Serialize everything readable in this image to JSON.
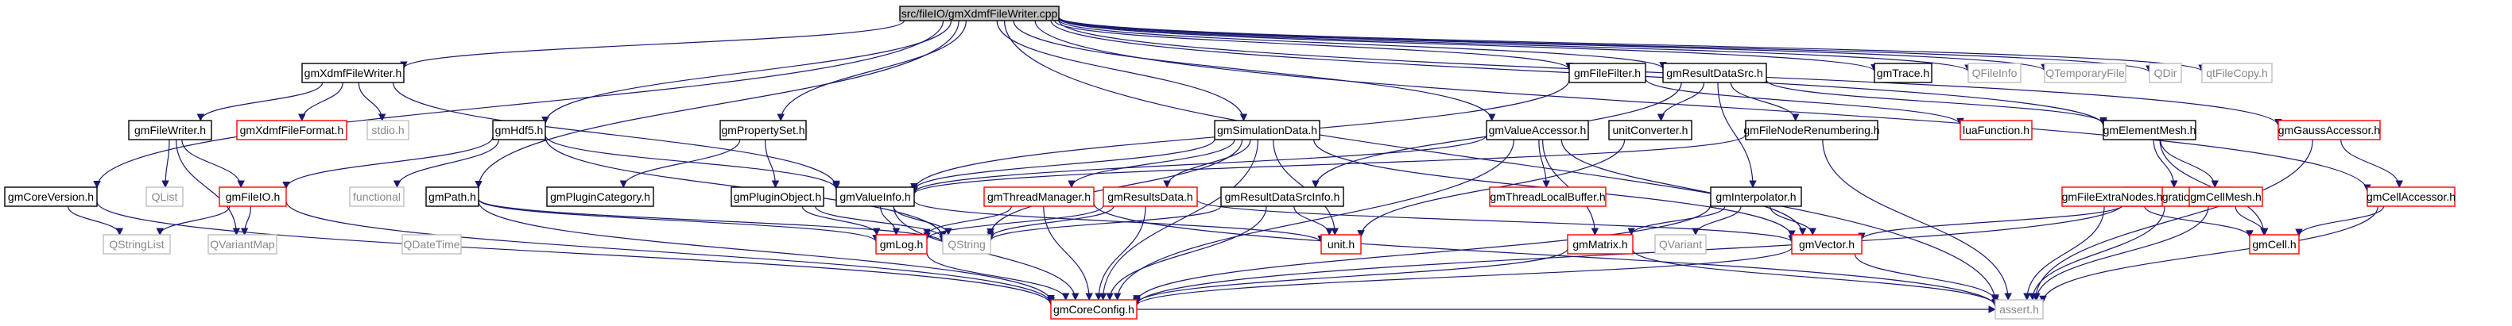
{
  "graph": {
    "colors": {
      "edge": "#191970",
      "root_fill": "#bfbfbf",
      "normal_border": "#000000",
      "link_border": "#ff0000",
      "external_border": "#bfbfbf",
      "text_normal": "#000000",
      "text_external": "#888888"
    },
    "nodes": [
      {
        "id": "root",
        "label": "src/fileIO/gmXdmfFileWriter.cpp",
        "kind": "root"
      },
      {
        "id": "xdmfwriter",
        "label": "gmXdmfFileWriter.h",
        "kind": "normal"
      },
      {
        "id": "filefilter",
        "label": "gmFileFilter.h",
        "kind": "normal"
      },
      {
        "id": "resultdatasrc",
        "label": "gmResultDataSrc.h",
        "kind": "normal"
      },
      {
        "id": "trace",
        "label": "gmTrace.h",
        "kind": "normal"
      },
      {
        "id": "qfileinfo",
        "label": "QFileInfo",
        "kind": "external"
      },
      {
        "id": "qtempfile",
        "label": "QTemporaryFile",
        "kind": "external"
      },
      {
        "id": "qdir",
        "label": "QDir",
        "kind": "external"
      },
      {
        "id": "qtfilecopy",
        "label": "qtFileCopy.h",
        "kind": "external"
      },
      {
        "id": "filewriter",
        "label": "gmFileWriter.h",
        "kind": "normal"
      },
      {
        "id": "xdmfformat",
        "label": "gmXdmfFileFormat.h",
        "kind": "link"
      },
      {
        "id": "stdio",
        "label": "stdio.h",
        "kind": "external"
      },
      {
        "id": "hdf5",
        "label": "gmHdf5.h",
        "kind": "normal"
      },
      {
        "id": "propertyset",
        "label": "gmPropertySet.h",
        "kind": "normal"
      },
      {
        "id": "simdata",
        "label": "gmSimulationData.h",
        "kind": "normal"
      },
      {
        "id": "valueaccessor",
        "label": "gmValueAccessor.h",
        "kind": "normal"
      },
      {
        "id": "unitconverter",
        "label": "unitConverter.h",
        "kind": "normal"
      },
      {
        "id": "filenoderenum",
        "label": "gmFileNodeRenumbering.h",
        "kind": "normal"
      },
      {
        "id": "luafunction",
        "label": "luaFunction.h",
        "kind": "link"
      },
      {
        "id": "elementmesh",
        "label": "gmElementMesh.h",
        "kind": "normal"
      },
      {
        "id": "gaussaccessor",
        "label": "gmGaussAccessor.h",
        "kind": "link"
      },
      {
        "id": "coreversion",
        "label": "gmCoreVersion.h",
        "kind": "normal"
      },
      {
        "id": "qlist",
        "label": "QList",
        "kind": "external"
      },
      {
        "id": "fileio",
        "label": "gmFileIO.h",
        "kind": "link"
      },
      {
        "id": "functional",
        "label": "functional",
        "kind": "external"
      },
      {
        "id": "path",
        "label": "gmPath.h",
        "kind": "normal"
      },
      {
        "id": "plugincategory",
        "label": "gmPluginCategory.h",
        "kind": "normal"
      },
      {
        "id": "pluginobject",
        "label": "gmPluginObject.h",
        "kind": "normal"
      },
      {
        "id": "valueinfo",
        "label": "gmValueInfo.h",
        "kind": "normal"
      },
      {
        "id": "threadmanager",
        "label": "gmThreadManager.h",
        "kind": "link"
      },
      {
        "id": "resultsdata",
        "label": "gmResultsData.h",
        "kind": "link"
      },
      {
        "id": "resultdatasrcinfo",
        "label": "gmResultDataSrcInfo.h",
        "kind": "normal"
      },
      {
        "id": "threadlocalbuffer",
        "label": "gmThreadLocalBuffer.h",
        "kind": "link"
      },
      {
        "id": "interpolator",
        "label": "gmInterpolator.h",
        "kind": "normal"
      },
      {
        "id": "integrationrule",
        "label": "gmIntegrationRule.h",
        "kind": "link"
      },
      {
        "id": "fileextranodes",
        "label": "gmFileExtraNodes.h",
        "kind": "link"
      },
      {
        "id": "cellmesh",
        "label": "gmCellMesh.h",
        "kind": "link"
      },
      {
        "id": "cellaccessor",
        "label": "gmCellAccessor.h",
        "kind": "link"
      },
      {
        "id": "qstringlist",
        "label": "QStringList",
        "kind": "external"
      },
      {
        "id": "qvariantmap",
        "label": "QVariantMap",
        "kind": "external"
      },
      {
        "id": "qdatetime",
        "label": "QDateTime",
        "kind": "external"
      },
      {
        "id": "qstring",
        "label": "QString",
        "kind": "external"
      },
      {
        "id": "log",
        "label": "gmLog.h",
        "kind": "link"
      },
      {
        "id": "unit",
        "label": "unit.h",
        "kind": "link"
      },
      {
        "id": "matrix",
        "label": "gmMatrix.h",
        "kind": "link"
      },
      {
        "id": "qvariant",
        "label": "QVariant",
        "kind": "external"
      },
      {
        "id": "vector",
        "label": "gmVector.h",
        "kind": "link"
      },
      {
        "id": "cell",
        "label": "gmCell.h",
        "kind": "link"
      },
      {
        "id": "coreconfig",
        "label": "gmCoreConfig.h",
        "kind": "link"
      },
      {
        "id": "assert",
        "label": "assert.h",
        "kind": "external"
      }
    ],
    "edges": [
      [
        "root",
        "xdmfwriter"
      ],
      [
        "root",
        "filefilter"
      ],
      [
        "root",
        "resultdatasrc"
      ],
      [
        "root",
        "trace"
      ],
      [
        "root",
        "qfileinfo"
      ],
      [
        "root",
        "qtempfile"
      ],
      [
        "root",
        "qdir"
      ],
      [
        "root",
        "qtfilecopy"
      ],
      [
        "root",
        "hdf5"
      ],
      [
        "root",
        "coreversion"
      ],
      [
        "root",
        "propertyset"
      ],
      [
        "root",
        "simdata"
      ],
      [
        "root",
        "valueaccessor"
      ],
      [
        "root",
        "path"
      ],
      [
        "root",
        "elementmesh"
      ],
      [
        "root",
        "gaussaccessor"
      ],
      [
        "root",
        "cellaccessor"
      ],
      [
        "root",
        "assert"
      ],
      [
        "xdmfwriter",
        "filewriter"
      ],
      [
        "xdmfwriter",
        "xdmfformat"
      ],
      [
        "xdmfwriter",
        "stdio"
      ],
      [
        "xdmfwriter",
        "valueinfo"
      ],
      [
        "filewriter",
        "qlist"
      ],
      [
        "filewriter",
        "fileio"
      ],
      [
        "filewriter",
        "qvariantmap"
      ],
      [
        "filefilter",
        "valueinfo"
      ],
      [
        "filefilter",
        "luafunction"
      ],
      [
        "resultdatasrc",
        "unitconverter"
      ],
      [
        "resultdatasrc",
        "filenoderenum"
      ],
      [
        "resultdatasrc",
        "interpolator"
      ],
      [
        "resultdatasrc",
        "resultdatasrcinfo"
      ],
      [
        "resultdatasrc",
        "elementmesh"
      ],
      [
        "hdf5",
        "functional"
      ],
      [
        "hdf5",
        "valueinfo"
      ],
      [
        "hdf5",
        "qstring"
      ],
      [
        "hdf5",
        "fileio"
      ],
      [
        "propertyset",
        "plugincategory"
      ],
      [
        "propertyset",
        "pluginobject"
      ],
      [
        "simdata",
        "valueinfo"
      ],
      [
        "simdata",
        "threadmanager"
      ],
      [
        "simdata",
        "resultsdata"
      ],
      [
        "simdata",
        "unit"
      ],
      [
        "simdata",
        "coreconfig"
      ],
      [
        "simdata",
        "qstring"
      ],
      [
        "simdata",
        "vector"
      ],
      [
        "valueaccessor",
        "valueinfo"
      ],
      [
        "valueaccessor",
        "threadlocalbuffer"
      ],
      [
        "valueaccessor",
        "matrix"
      ],
      [
        "valueaccessor",
        "vector"
      ],
      [
        "valueaccessor",
        "coreconfig"
      ],
      [
        "unitconverter",
        "unit"
      ],
      [
        "filenoderenum",
        "valueinfo"
      ],
      [
        "filenoderenum",
        "assert"
      ],
      [
        "elementmesh",
        "integrationrule"
      ],
      [
        "elementmesh",
        "cellmesh"
      ],
      [
        "elementmesh",
        "cell"
      ],
      [
        "gaussaccessor",
        "cellaccessor"
      ],
      [
        "gaussaccessor",
        "assert"
      ],
      [
        "coreversion",
        "qstringlist"
      ],
      [
        "coreversion",
        "coreconfig"
      ],
      [
        "fileio",
        "qstringlist"
      ],
      [
        "fileio",
        "qvariantmap"
      ],
      [
        "fileio",
        "coreconfig"
      ],
      [
        "path",
        "qstring"
      ],
      [
        "path",
        "log"
      ],
      [
        "path",
        "coreconfig"
      ],
      [
        "pluginobject",
        "qstring"
      ],
      [
        "pluginobject",
        "log"
      ],
      [
        "valueinfo",
        "unit"
      ],
      [
        "valueinfo",
        "qstring"
      ],
      [
        "valueinfo",
        "log"
      ],
      [
        "valueinfo",
        "coreconfig"
      ],
      [
        "threadmanager",
        "log"
      ],
      [
        "threadmanager",
        "coreconfig"
      ],
      [
        "threadmanager",
        "assert"
      ],
      [
        "resultsdata",
        "qstring"
      ],
      [
        "resultsdata",
        "log"
      ],
      [
        "resultsdata",
        "coreconfig"
      ],
      [
        "resultsdata",
        "vector"
      ],
      [
        "resultdatasrcinfo",
        "unit"
      ],
      [
        "resultdatasrcinfo",
        "qstring"
      ],
      [
        "resultdatasrcinfo",
        "coreconfig"
      ],
      [
        "interpolator",
        "qvariant"
      ],
      [
        "interpolator",
        "matrix"
      ],
      [
        "interpolator",
        "vector"
      ],
      [
        "interpolator",
        "coreconfig"
      ],
      [
        "integrationrule",
        "vector"
      ],
      [
        "integrationrule",
        "coreconfig"
      ],
      [
        "integrationrule",
        "assert"
      ],
      [
        "fileextranodes",
        "cell"
      ],
      [
        "fileextranodes",
        "assert"
      ],
      [
        "cellmesh",
        "cell"
      ],
      [
        "cellmesh",
        "assert"
      ],
      [
        "cellaccessor",
        "cell"
      ],
      [
        "cellaccessor",
        "assert"
      ],
      [
        "log",
        "coreconfig"
      ],
      [
        "matrix",
        "coreconfig"
      ],
      [
        "matrix",
        "assert"
      ],
      [
        "vector",
        "assert"
      ],
      [
        "vector",
        "coreconfig"
      ],
      [
        "coreconfig",
        "assert"
      ]
    ]
  }
}
